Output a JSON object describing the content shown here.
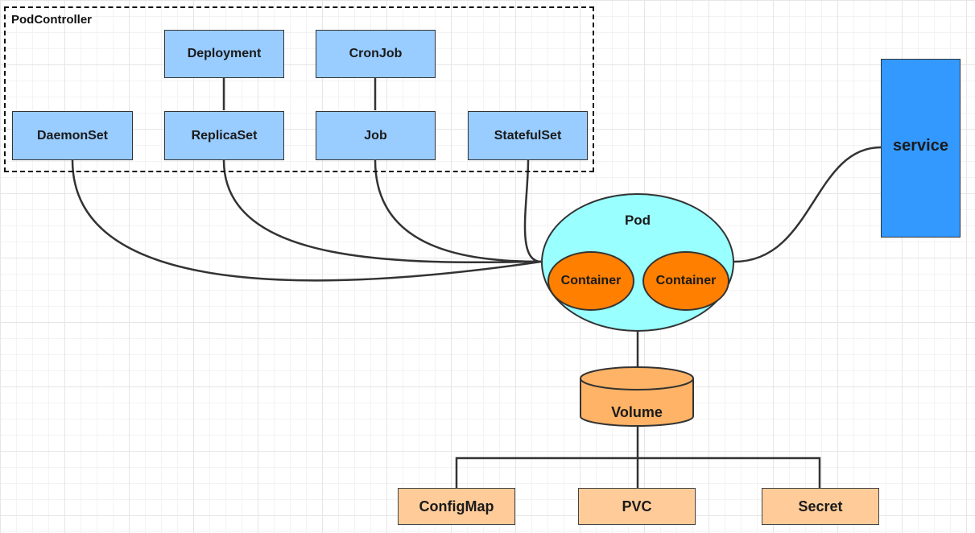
{
  "group": {
    "title": "PodController"
  },
  "controllers": {
    "deployment": "Deployment",
    "cronjob": "CronJob",
    "daemonset": "DaemonSet",
    "replicaset": "ReplicaSet",
    "job": "Job",
    "statefulset": "StatefulSet"
  },
  "pod": {
    "label": "Pod",
    "containers": [
      "Container",
      "Container"
    ]
  },
  "service": {
    "label": "service"
  },
  "volume": {
    "label": "Volume"
  },
  "resources": {
    "configmap": "ConfigMap",
    "pvc": "PVC",
    "secret": "Secret"
  },
  "colors": {
    "controller_fill": "#99ccff",
    "pod_fill": "#99ffff",
    "container_fill": "#ff7f00",
    "service_fill": "#3399ff",
    "volume_fill": "#ffb366",
    "resource_fill": "#ffcc99",
    "line": "#333333"
  }
}
